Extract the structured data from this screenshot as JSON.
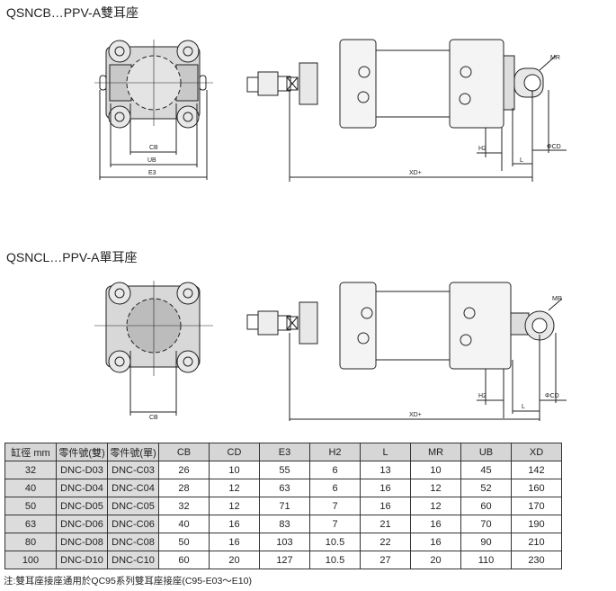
{
  "section1": {
    "title": "QSNCB…PPV-A雙耳座",
    "dims": {
      "cb": "CB",
      "ub": "UB",
      "e3": "E3",
      "h2": "H2",
      "l": "L",
      "cd": "ΦCD",
      "mr": "MR",
      "xd": "XD+"
    }
  },
  "section2": {
    "title": "QSNCL…PPV-A單耳座",
    "dims": {
      "cb": "CB",
      "h2": "H2",
      "l": "L",
      "cd": "ΦCD",
      "mr": "MR",
      "xd": "XD+"
    }
  },
  "table": {
    "headers": [
      "缸徑 mm",
      "零件號(雙)",
      "零件號(單)",
      "CB",
      "CD",
      "E3",
      "H2",
      "L",
      "MR",
      "UB",
      "XD"
    ],
    "rows": [
      [
        "32",
        "DNC-D03",
        "DNC-C03",
        "26",
        "10",
        "55",
        "6",
        "13",
        "10",
        "45",
        "142"
      ],
      [
        "40",
        "DNC-D04",
        "DNC-C04",
        "28",
        "12",
        "63",
        "6",
        "16",
        "12",
        "52",
        "160"
      ],
      [
        "50",
        "DNC-D05",
        "DNC-C05",
        "32",
        "12",
        "71",
        "7",
        "16",
        "12",
        "60",
        "170"
      ],
      [
        "63",
        "DNC-D06",
        "DNC-C06",
        "40",
        "16",
        "83",
        "7",
        "21",
        "16",
        "70",
        "190"
      ],
      [
        "80",
        "DNC-D08",
        "DNC-C08",
        "50",
        "16",
        "103",
        "10.5",
        "22",
        "16",
        "90",
        "210"
      ],
      [
        "100",
        "DNC-D10",
        "DNC-C10",
        "60",
        "20",
        "127",
        "10.5",
        "27",
        "20",
        "110",
        "230"
      ]
    ]
  },
  "note": "注:雙耳座接座通用於QC95系列雙耳座接座(C95-E03～E10)"
}
